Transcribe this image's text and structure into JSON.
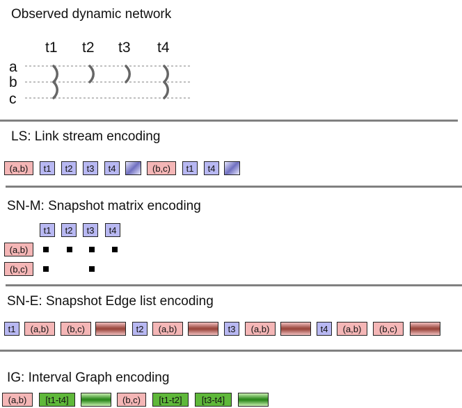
{
  "observed": {
    "title": "Observed dynamic network",
    "times": [
      "t1",
      "t2",
      "t3",
      "t4"
    ],
    "nodes": [
      "a",
      "b",
      "c"
    ]
  },
  "ls": {
    "title": "LS: Link stream encoding",
    "tokens": [
      "(a,b)",
      "t1",
      "t2",
      "t3",
      "t4",
      "(b,c)",
      "t1",
      "t4"
    ]
  },
  "snm": {
    "title": "SN-M: Snapshot matrix encoding",
    "cols": [
      "t1",
      "t2",
      "t3",
      "t4"
    ],
    "rows": [
      {
        "label": "(a,b)",
        "present": [
          true,
          true,
          true,
          true
        ]
      },
      {
        "label": "(b,c)",
        "present": [
          true,
          false,
          true,
          false
        ]
      }
    ]
  },
  "sne": {
    "title": "SN-E: Snapshot Edge list encoding",
    "tokens": [
      "t1",
      "(a,b)",
      "(b,c)",
      "t2",
      "(a,b)",
      "t3",
      "(a,b)",
      "t4",
      "(a,b)",
      "(b,c)"
    ]
  },
  "ig": {
    "title": "IG: Interval Graph encoding",
    "tokens": [
      "(a,b)",
      "[t1-t4]",
      "(b,c)",
      "[t1-t2]",
      "[t3-t4]"
    ]
  },
  "colors": {
    "time_token": "#b8b8f2",
    "edge_token": "#f4b6b6",
    "interval_token": "#5fb83a",
    "separator_ls": "#7070c0",
    "separator_sne": "#9c4a40",
    "separator_ig": "#2f8a1f"
  }
}
